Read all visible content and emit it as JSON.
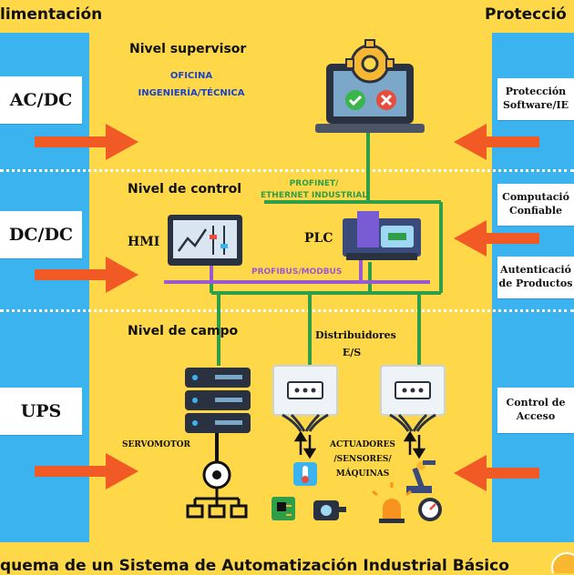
{
  "left": {
    "title": "limentación",
    "boxes": [
      "AC/DC",
      "DC/DC",
      "UPS"
    ]
  },
  "right": {
    "title": "Protecció",
    "boxes": [
      {
        "line1": "Protección",
        "line2": "Software/IE"
      },
      {
        "line1": "Computació",
        "line2": "Confiable"
      },
      {
        "line1": "Autenticació",
        "line2": "de Productos"
      },
      {
        "line1": "Control de",
        "line2": "Acceso"
      }
    ]
  },
  "levels": {
    "supervisor": "Nivel supervisor",
    "control": "Nivel de control",
    "field": "Nivel de campo"
  },
  "supervisor": {
    "line1": "OFICINA",
    "line2": "INGENIERÍA/TÉCNICA"
  },
  "network": {
    "profinet_line1": "PROFINET/",
    "profinet_line2": "ETHERNET INDUSTRIAL",
    "profibus": "PROFIBUS/MODBUS"
  },
  "devices": {
    "hmi": "HMI",
    "plc": "PLC",
    "distributors_line1": "Distribuidores",
    "distributors_line2": "E/S",
    "servomotor": "SERVOMOTOR",
    "actuators_line1": "ACTUADORES",
    "actuators_line2": "/SENSORES/",
    "actuators_line3": "MÁQUINAS"
  },
  "footer": "quema de un Sistema de Automatización Industrial Básico",
  "colors": {
    "background": "#FFD84A",
    "side_columns": "#3BB3EE",
    "arrow": "#F15A24",
    "ethernet": "#2E9E48",
    "fieldbus": "#9B59D0"
  }
}
